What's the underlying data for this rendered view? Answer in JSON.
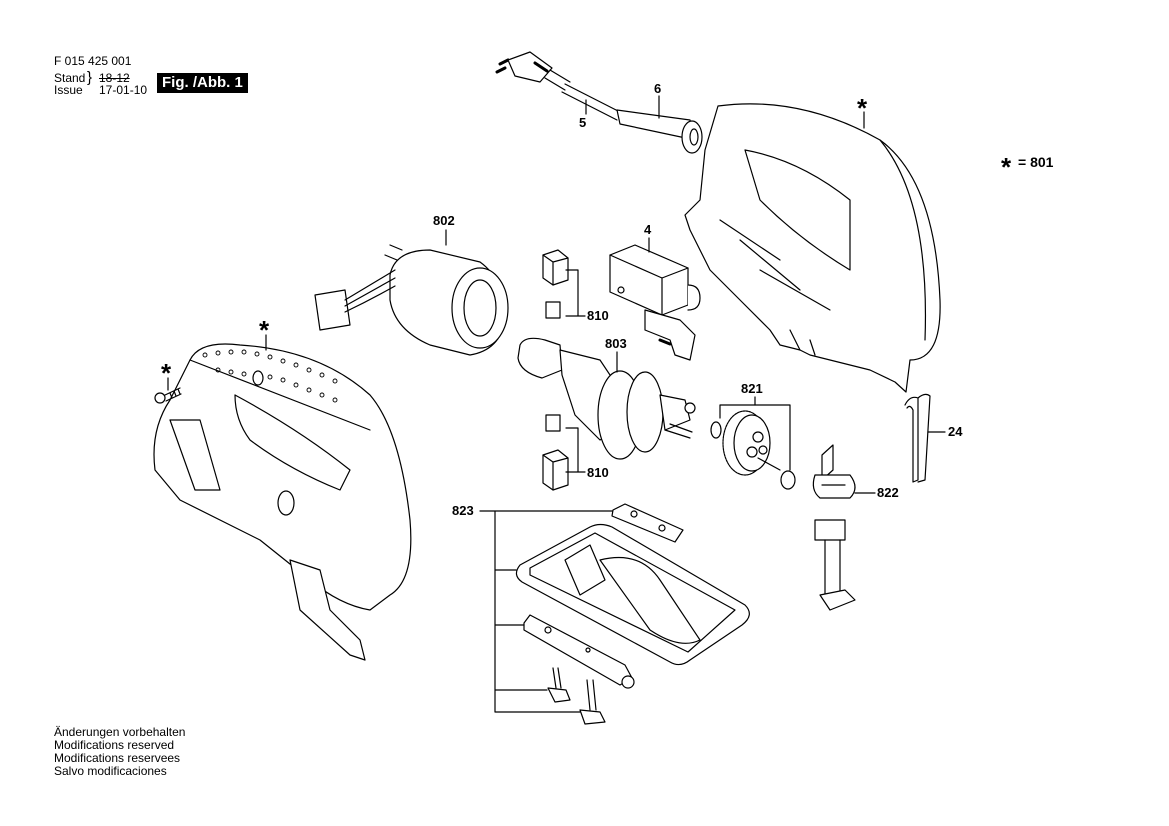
{
  "header": {
    "doc_number": "F 015 425 001",
    "stand_label": "Stand",
    "issue_label": "Issue",
    "stand_value": "18-12",
    "issue_value": "17-01-10",
    "figure_label": "Fig. /Abb. 1"
  },
  "legend": {
    "star_symbol": "*",
    "star_equals": "= 801"
  },
  "parts": {
    "p5": "5",
    "p6": "6",
    "p4": "4",
    "p24": "24",
    "p802": "802",
    "p803": "803",
    "p810a": "810",
    "p810b": "810",
    "p821": "821",
    "p822": "822",
    "p823": "823",
    "star_housing_right": "*",
    "star_housing_left": "*",
    "star_screw": "*"
  },
  "footer": {
    "lines": [
      "Änderungen vorbehalten",
      "Modifications reserved",
      "Modifications reservees",
      "Salvo modificaciones"
    ]
  }
}
